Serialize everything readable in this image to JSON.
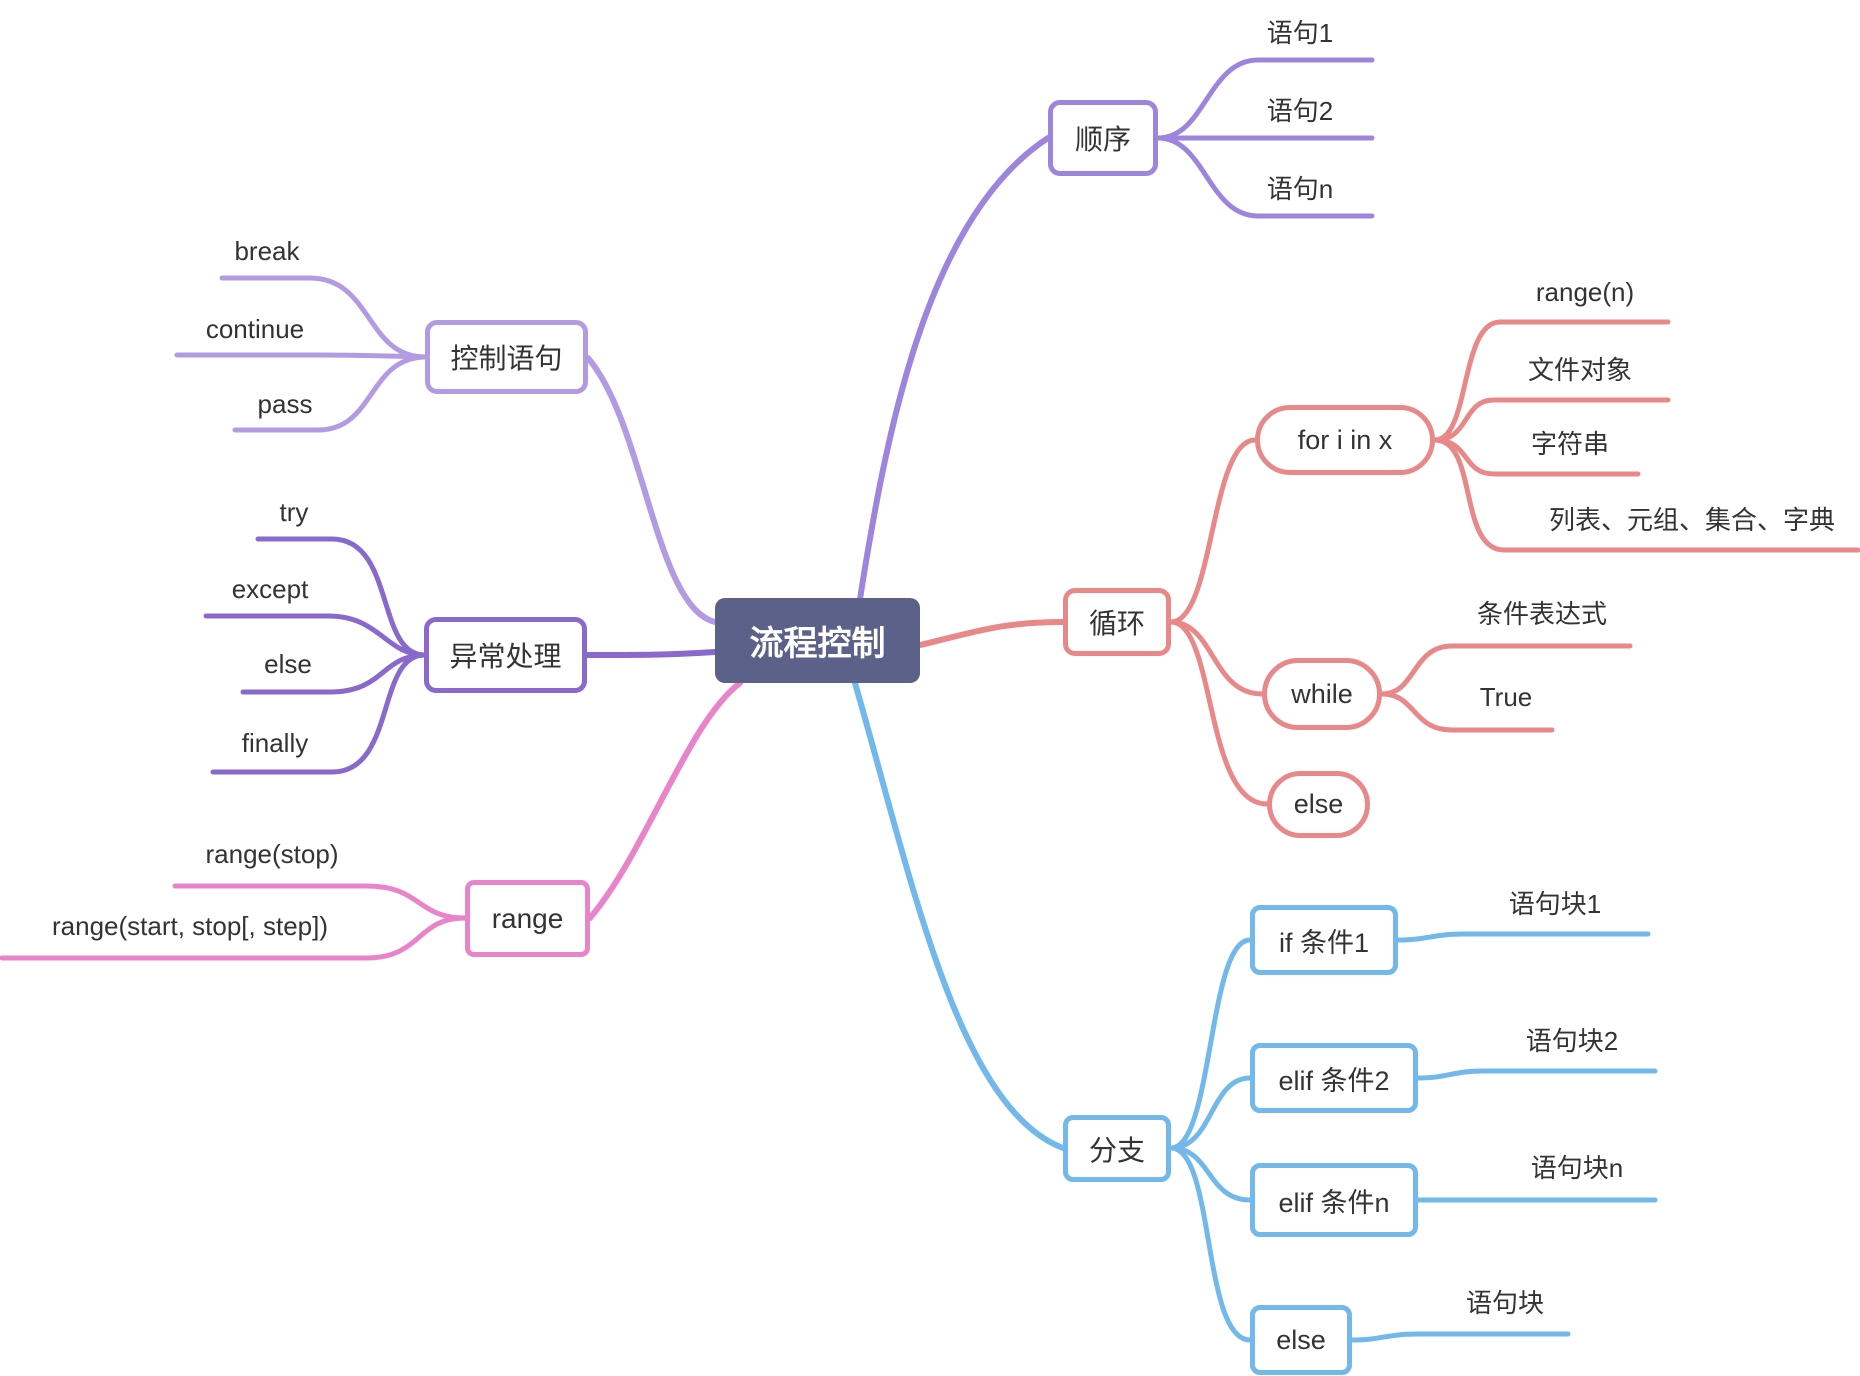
{
  "root": {
    "label": "流程控制"
  },
  "colors": {
    "root_bg": "#5b6189",
    "root_text": "#ffffff",
    "shunxu": "#9d84dc",
    "kongzhi": "#b29be3",
    "yichang": "#8969cb",
    "range": "#e983ca",
    "xunhuan": "#e98888",
    "fenzhi": "#72b8ea",
    "label_text": "#333333"
  },
  "branches": {
    "shunxu": {
      "label": "顺序",
      "children": {
        "s1": "语句1",
        "s2": "语句2",
        "sn": "语句n"
      }
    },
    "kongzhi": {
      "label": "控制语句",
      "children": {
        "k1": "break",
        "k2": "continue",
        "k3": "pass"
      }
    },
    "yichang": {
      "label": "异常处理",
      "children": {
        "y1": "try",
        "y2": "except",
        "y3": "else",
        "y4": "finally"
      }
    },
    "range": {
      "label": "range",
      "children": {
        "r1": "range(stop)",
        "r2": "range(start, stop[, step])"
      }
    },
    "xunhuan": {
      "label": "循环",
      "children": {
        "forx": {
          "label": "for i in x",
          "children": {
            "f1": "range(n)",
            "f2": "文件对象",
            "f3": "字符串",
            "f4": "列表、元组、集合、字典"
          }
        },
        "whilex": {
          "label": "while",
          "children": {
            "w1": "条件表达式",
            "w2": "True"
          }
        },
        "elsex": {
          "label": "else"
        }
      }
    },
    "fenzhi": {
      "label": "分支",
      "children": {
        "ifx": {
          "label": "if 条件1",
          "block": "语句块1"
        },
        "elif2": {
          "label": "elif 条件2",
          "block": "语句块2"
        },
        "elifn": {
          "label": "elif 条件n",
          "block": "语句块n"
        },
        "elsex": {
          "label": "else",
          "block": "语句块"
        }
      }
    }
  }
}
